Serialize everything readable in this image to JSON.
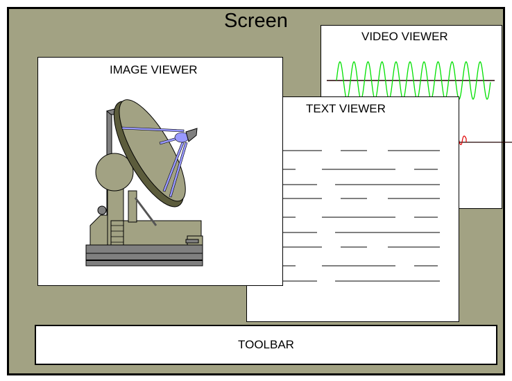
{
  "screen": {
    "title": "Screen"
  },
  "video_viewer": {
    "label": "VIDEO VIEWER",
    "signal_color": "#00e000",
    "secondary_signal_color": "#e00000"
  },
  "text_viewer": {
    "label": "TEXT VIEWER"
  },
  "image_viewer": {
    "label": "IMAGE VIEWER",
    "image": "satellite-dish-icon"
  },
  "toolbar": {
    "label": "TOOLBAR"
  },
  "colors": {
    "background": "#a2a283",
    "dish": "#a2a283",
    "dish_rim": "#5c5c3c",
    "feed": "#9999ff"
  }
}
